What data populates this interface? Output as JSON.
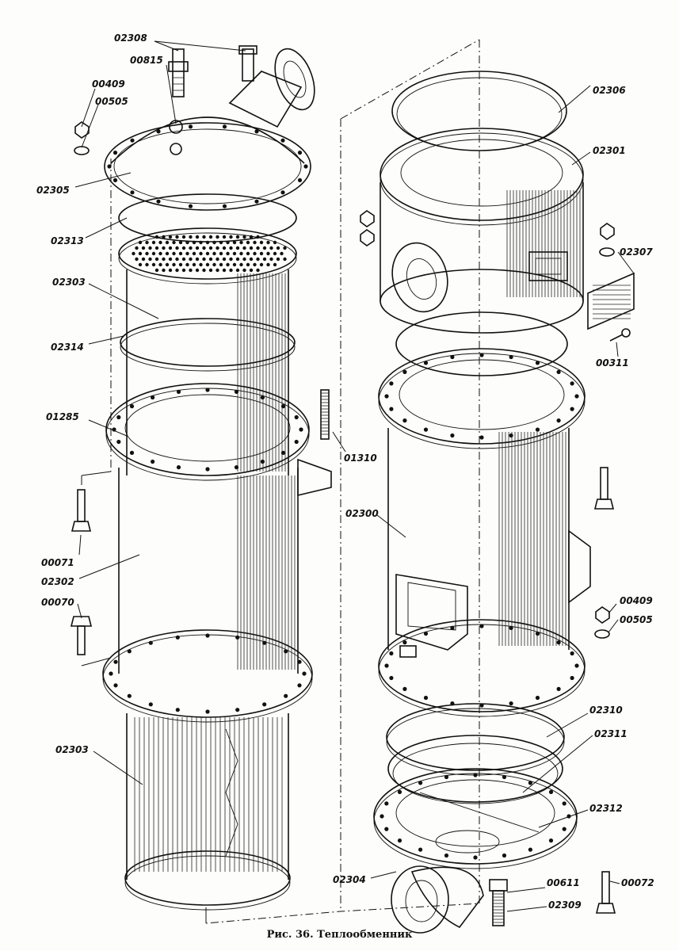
{
  "caption": "Рис. 36. Теплообменник",
  "parts": [
    {
      "id": "02308",
      "label": "02308"
    },
    {
      "id": "00815",
      "label": "00815"
    },
    {
      "id": "00409-l",
      "label": "00409"
    },
    {
      "id": "00505-l",
      "label": "00505"
    },
    {
      "id": "02305",
      "label": "02305"
    },
    {
      "id": "02313",
      "label": "02313"
    },
    {
      "id": "02303-top",
      "label": "02303"
    },
    {
      "id": "02314",
      "label": "02314"
    },
    {
      "id": "01285",
      "label": "01285"
    },
    {
      "id": "01310",
      "label": "01310"
    },
    {
      "id": "00071",
      "label": "00071"
    },
    {
      "id": "02302",
      "label": "02302"
    },
    {
      "id": "00070",
      "label": "00070"
    },
    {
      "id": "02303-bot",
      "label": "02303"
    },
    {
      "id": "02306",
      "label": "02306"
    },
    {
      "id": "02301",
      "label": "02301"
    },
    {
      "id": "02307",
      "label": "02307"
    },
    {
      "id": "00311",
      "label": "00311"
    },
    {
      "id": "02300",
      "label": "02300"
    },
    {
      "id": "00409-r",
      "label": "00409"
    },
    {
      "id": "00505-r",
      "label": "00505"
    },
    {
      "id": "02310",
      "label": "02310"
    },
    {
      "id": "02311",
      "label": "02311"
    },
    {
      "id": "02312",
      "label": "02312"
    },
    {
      "id": "02304",
      "label": "02304"
    },
    {
      "id": "00611",
      "label": "00611"
    },
    {
      "id": "02309",
      "label": "02309"
    },
    {
      "id": "00072",
      "label": "00072"
    }
  ]
}
